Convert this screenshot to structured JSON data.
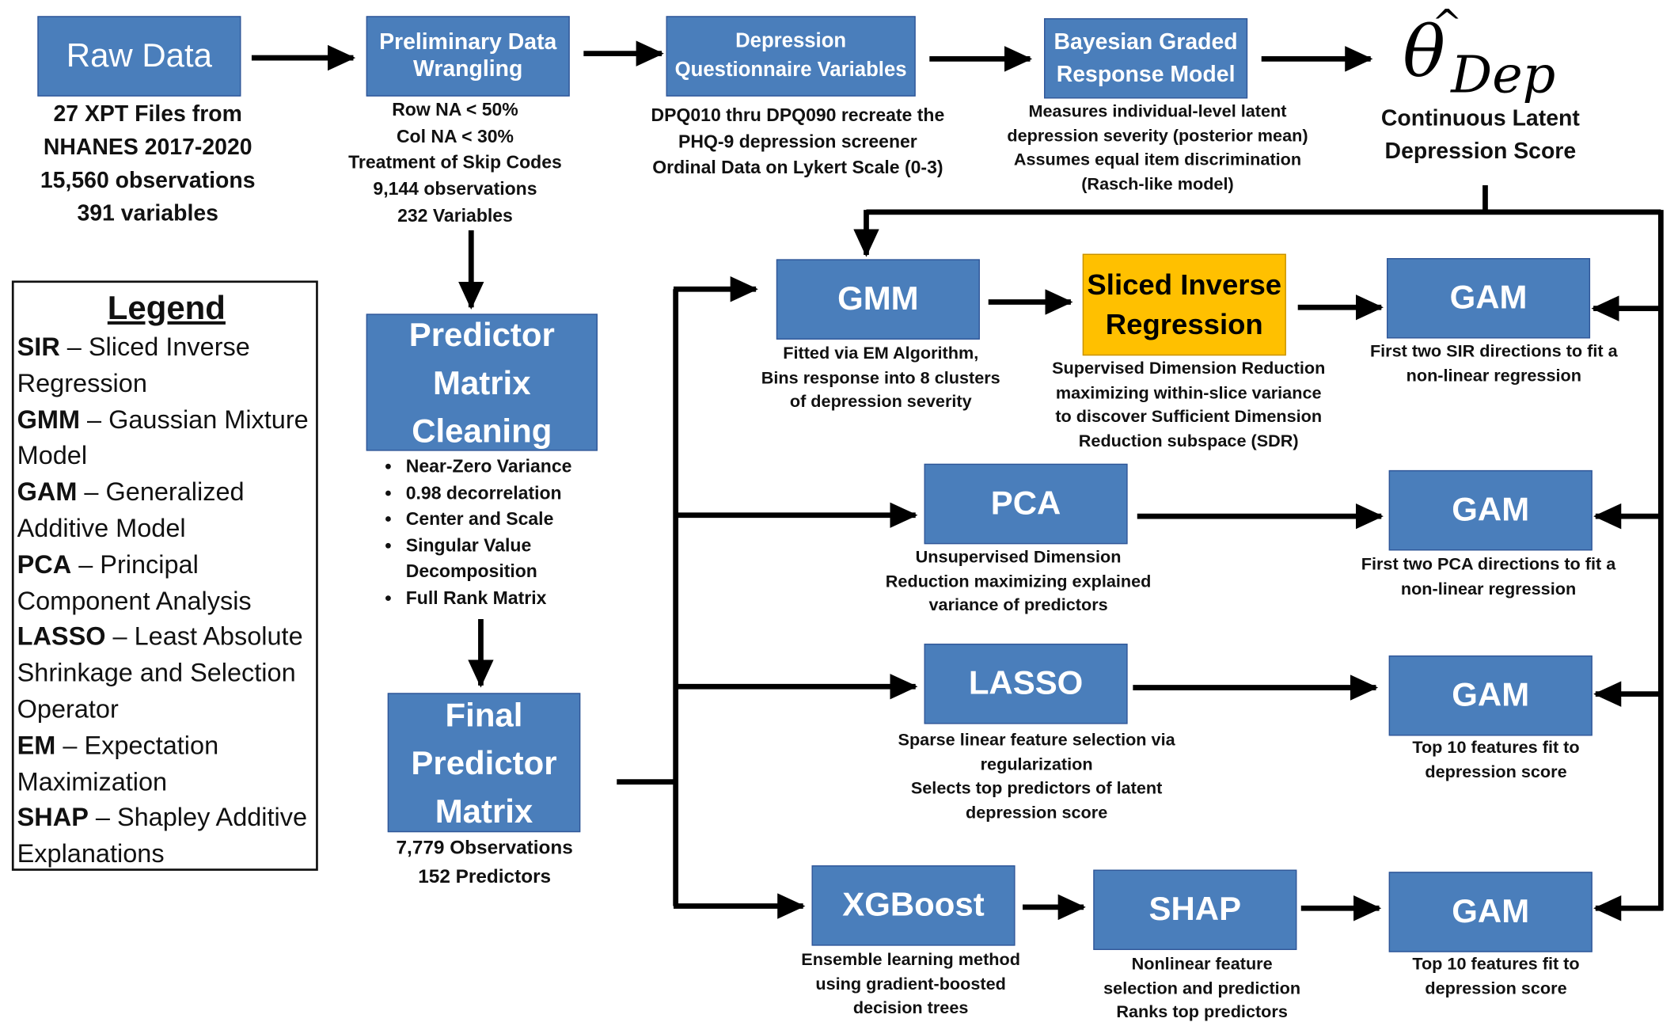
{
  "nodes": {
    "raw_data": {
      "label": "Raw Data",
      "caption": "27 XPT Files from\nNHANES 2017-2020\n15,560 observations\n391 variables"
    },
    "preliminary": {
      "label": "Preliminary Data\nWrangling",
      "caption": "Row NA < 50%\nCol NA < 30%\nTreatment of Skip Codes\n9,144 observations\n232 Variables"
    },
    "depression_vars": {
      "label": "Depression\nQuestionnaire Variables",
      "caption": "DPQ010 thru DPQ090 recreate the\nPHQ-9 depression screener\nOrdinal Data on Lykert Scale (0-3)"
    },
    "bayesian": {
      "label": "Bayesian Graded\nResponse Model",
      "caption": "Measures individual-level latent\ndepression severity (posterior mean)\nAssumes equal item discrimination\n(Rasch-like model)"
    },
    "theta": {
      "symbol": "θ",
      "subscript": "Dep",
      "caption": "Continuous Latent\nDepression Score"
    },
    "predictor_cleaning": {
      "label": "Predictor\nMatrix\nCleaning",
      "bullets": [
        "Near-Zero Variance",
        "0.98 decorrelation",
        "Center and Scale",
        "Singular Value Decomposition",
        "Full Rank Matrix"
      ]
    },
    "final_matrix": {
      "label": "Final\nPredictor\nMatrix",
      "caption": "7,779 Observations\n152 Predictors"
    },
    "gmm": {
      "label": "GMM",
      "caption": "Fitted via EM Algorithm,\nBins response into 8 clusters\nof depression severity"
    },
    "sir": {
      "label": "Sliced Inverse\nRegression",
      "caption": "Supervised Dimension Reduction\nmaximizing within-slice variance\nto discover Sufficient Dimension\nReduction subspace (SDR)"
    },
    "gam_sir": {
      "label": "GAM",
      "caption": "First two SIR directions to fit a\nnon-linear regression"
    },
    "pca": {
      "label": "PCA",
      "caption": "Unsupervised Dimension\nReduction maximizing explained\nvariance of predictors"
    },
    "gam_pca": {
      "label": "GAM",
      "caption": "First two PCA directions to fit a\nnon-linear regression"
    },
    "lasso": {
      "label": "LASSO",
      "caption": "Sparse linear feature selection via\nregularization\nSelects top predictors of latent\ndepression score"
    },
    "gam_lasso": {
      "label": "GAM",
      "caption": "Top 10 features fit to\ndepression score"
    },
    "xgboost": {
      "label": "XGBoost",
      "caption": "Ensemble learning method\nusing gradient-boosted\ndecision trees"
    },
    "shap": {
      "label": "SHAP",
      "caption": "Nonlinear feature\nselection and prediction\nRanks top predictors"
    },
    "gam_shap": {
      "label": "GAM",
      "caption": "Top 10 features fit to\ndepression score"
    }
  },
  "legend": {
    "title": "Legend",
    "entries": [
      {
        "abbr": "SIR",
        "text": " – Sliced Inverse Regression"
      },
      {
        "abbr": "GMM",
        "text": " – Gaussian Mixture Model"
      },
      {
        "abbr": "GAM",
        "text": " – Generalized Additive Model"
      },
      {
        "abbr": "PCA",
        "text": " – Principal Component Analysis"
      },
      {
        "abbr": "LASSO",
        "text": " – Least Absolute Shrinkage and Selection Operator"
      },
      {
        "abbr": "EM",
        "text": " – Expectation Maximization"
      },
      {
        "abbr": "SHAP",
        "text": " – Shapley Additive Explanations"
      }
    ]
  },
  "colors": {
    "box_fill": "#4a7ebb",
    "box_border": "#2f5597",
    "highlight_fill": "#ffc000",
    "arrow": "#000000"
  }
}
